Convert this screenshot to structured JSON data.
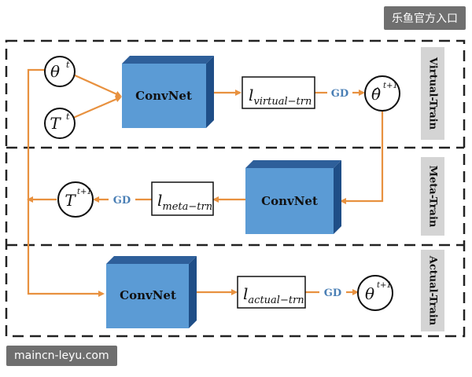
{
  "watermark_top": "乐鱼官方入口",
  "watermark_bottom": "maincn-leyu.com",
  "sections": {
    "virtual": "Virtual-Train",
    "meta": "Meta-Train",
    "actual": "Actual-Train"
  },
  "convnet_label": "ConvNet",
  "gd_label": "GD",
  "nodes": {
    "theta_t": {
      "base": "θ",
      "sup": "t"
    },
    "T_t": {
      "base": "T",
      "sup": "t"
    },
    "theta_hat": {
      "base": "θ̂",
      "sup": "t+1"
    },
    "T_next": {
      "base": "T",
      "sup": "t+1"
    },
    "theta_next": {
      "base": "θ",
      "sup": "t+1"
    }
  },
  "losses": {
    "virtual": {
      "base": "l",
      "sub": "virtual−trn"
    },
    "meta": {
      "base": "l",
      "sub": "meta−trn"
    },
    "actual": {
      "base": "l",
      "sub": "actual−trn"
    }
  },
  "colors": {
    "arrow": "#e8913f",
    "box_front": "#5b9bd5",
    "box_top": "#2e5f9a",
    "box_side": "#1f4e87",
    "gd": "#4a7fb5",
    "label_bg": "#d4d4d4"
  }
}
